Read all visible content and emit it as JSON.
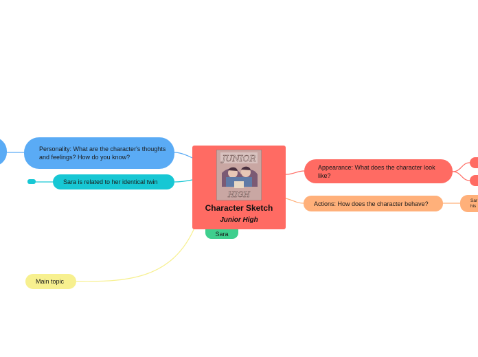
{
  "central": {
    "title": "Character Sketch",
    "subtitle": "Junior High",
    "image_icon": "book-cover-image"
  },
  "topics": {
    "personality": "Personality: What are the character's thoughts and feelings? How do you know?",
    "twin": "Sara is related to her identical twin",
    "main_topic": "Main topic",
    "sara": "Sara",
    "appearance": "Appearance: What does the character look like?",
    "actions": "Actions: How does the character behave?",
    "actions_sub_line1": "Sar",
    "actions_sub_line2": "his"
  },
  "colors": {
    "central": "#ff6b63",
    "personality": "#5aabf5",
    "twin": "#17c7d4",
    "main_topic": "#f7f08f",
    "sara": "#3fcf8e",
    "appearance": "#ff6b63",
    "actions": "#ffb07a"
  }
}
